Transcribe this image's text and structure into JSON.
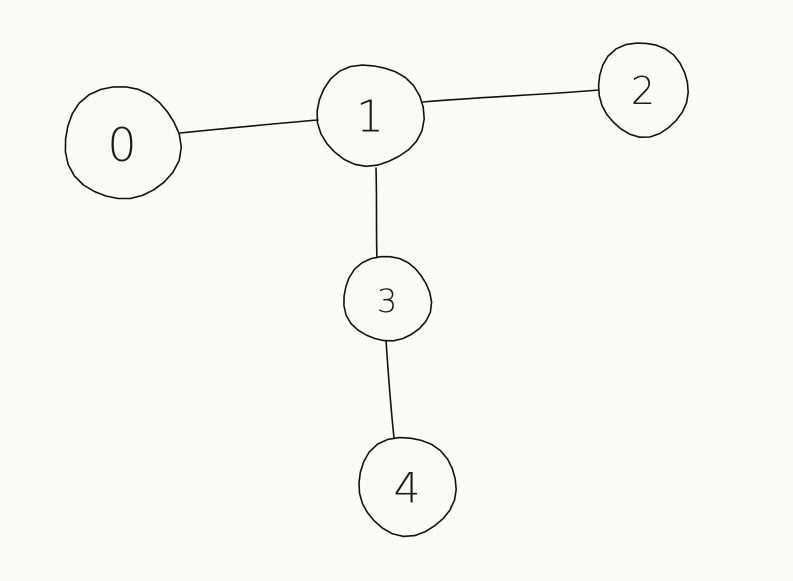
{
  "diagram": {
    "type": "graph",
    "style": "hand-drawn",
    "colors": {
      "background": "#fafaf8",
      "ink": "#111111"
    },
    "nodes": [
      {
        "id": "n0",
        "label": "0"
      },
      {
        "id": "n1",
        "label": "1"
      },
      {
        "id": "n2",
        "label": "2"
      },
      {
        "id": "n3",
        "label": "3"
      },
      {
        "id": "n4",
        "label": "4"
      }
    ],
    "edges": [
      {
        "from": "n0",
        "to": "n1"
      },
      {
        "from": "n1",
        "to": "n2"
      },
      {
        "from": "n1",
        "to": "n3"
      },
      {
        "from": "n3",
        "to": "n4"
      }
    ]
  }
}
